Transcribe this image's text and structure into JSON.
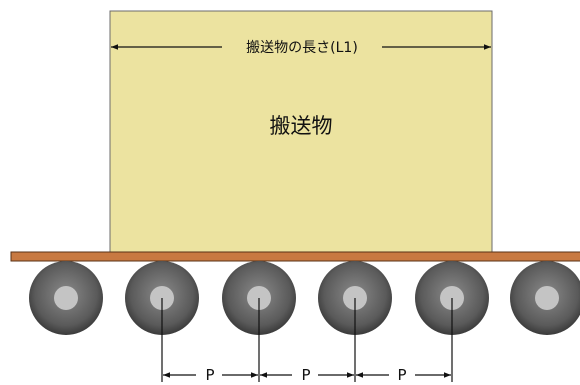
{
  "cargo": {
    "length_label": "搬送物の長さ(L1)",
    "name": "搬送物"
  },
  "pitch_label": "P",
  "pitch_marks_count": 3,
  "rollers_count": 6,
  "colors": {
    "cargo_fill": "#ece3a0",
    "conveyor_belt": "#c87941",
    "roller_outer": "#555555",
    "roller_hub": "#c4c4c4",
    "line": "#111111"
  }
}
